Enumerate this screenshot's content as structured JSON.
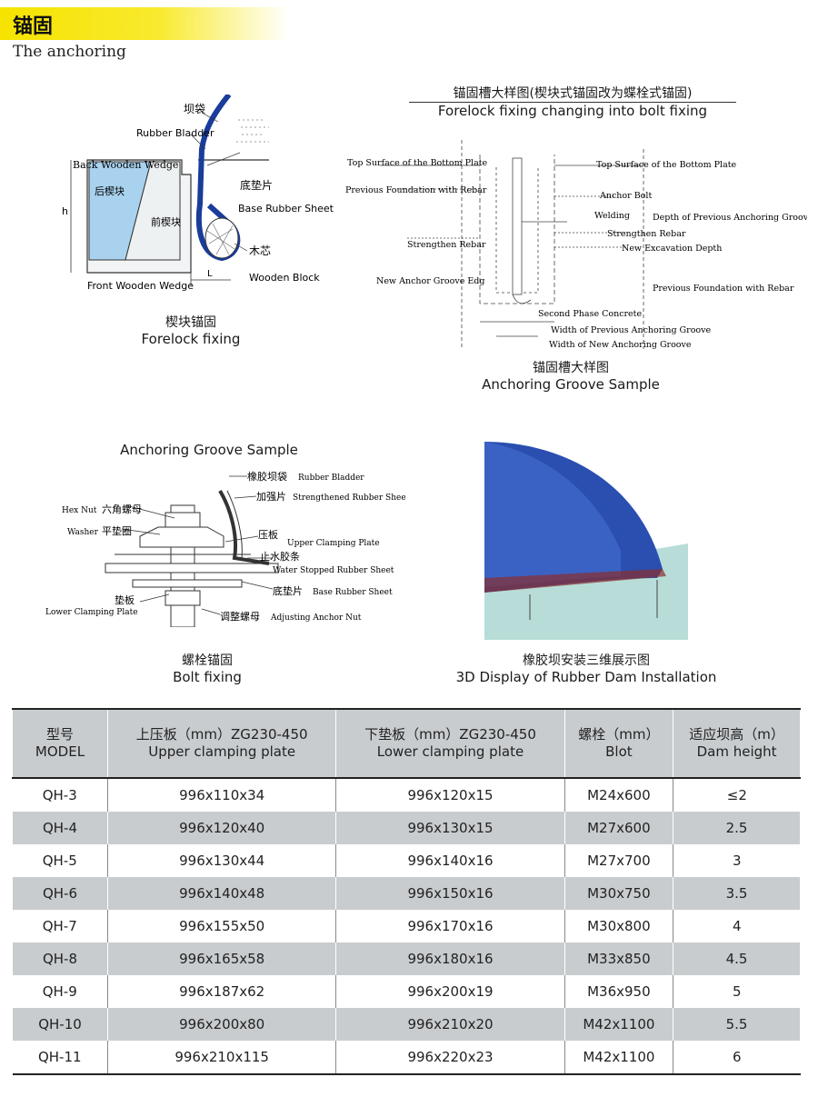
{
  "header": {
    "title_cn": "锚固",
    "title_en": "The anchoring"
  },
  "forelock": {
    "labels": {
      "dam_bag": "坝袋",
      "rubber_bladder": "Rubber Bladder",
      "back_wedge": "Back Wooden Wedge",
      "back_wedge_cn": "后楔块",
      "front_wedge_cn": "前楔块",
      "front_wedge": "Front Wooden Wedge",
      "base_sheet_cn": "底垫片",
      "base_sheet": "Base Rubber Sheet",
      "core_cn": "木芯",
      "wooden_block": "Wooden Block",
      "h": "h",
      "l": "L"
    },
    "caption_cn": "楔块锚固",
    "caption_en": "Forelock fixing"
  },
  "groove_sample": {
    "title_cn": "锚固槽大样图(楔块式锚固改为蝶栓式锚固)",
    "title_en": "Forelock fixing changing into bolt fixing",
    "labels": {
      "top_surface_l": "Top Surface of the Bottom Plate",
      "prev_found_l": "Previous Foundation with Rebar",
      "strength_rebar_l": "Strengthen Rebar",
      "new_anchor_edge": "New Anchor Groove Edg",
      "top_surface_r": "Top Surface of the Bottom Plate",
      "anchor_bolt": "Anchor Bolt",
      "welding": "Welding",
      "strength_rebar_r": "Strengthen Rebar",
      "new_excav": "New Excavation Depth",
      "depth_prev": "Depth of Previous Anchoring Groove",
      "prev_found_r": "Previous Foundation with Rebar",
      "second_phase": "Second Phase Concrete",
      "width_prev": "Width of Previous Anchoring Groove",
      "width_new": "Width of New Anchoring Groove"
    },
    "caption_cn": "锚固槽大样图",
    "caption_en": "Anchoring Groove Sample"
  },
  "bolt": {
    "title_en": "Anchoring Groove Sample",
    "labels": {
      "bladder_cn": "橡胶坝袋",
      "bladder": "Rubber Bladder",
      "strength_cn": "加强片",
      "strength": "Strengthened Rubber Sheet",
      "hexnut_en": "Hex Nut",
      "hexnut_cn": "六角螺母",
      "washer_en": "Washer",
      "washer_cn": "平垫圈",
      "upper_cn": "压板",
      "upper": "Upper Clamping Plate",
      "water_cn": "止水胶条",
      "water": "Water Stopped Rubber Sheet",
      "base_cn": "底垫片",
      "base": "Base Rubber Sheet",
      "lower_cn": "垫板",
      "lower": "Lower Clamping Plate",
      "adjust_cn": "调整螺母",
      "adjust": "Adjusting Anchor Nut"
    },
    "caption_cn": "螺栓锚固",
    "caption_en": "Bolt fixing"
  },
  "display3d": {
    "caption_cn": "橡胶坝安装三维展示图",
    "caption_en": "3D Display of Rubber Dam Installation",
    "colors": {
      "dam": "#2a4fb0",
      "base": "#b8ddd8"
    }
  },
  "table": {
    "headers": [
      {
        "cn": "型号",
        "en": "MODEL"
      },
      {
        "cn": "上压板（mm）ZG230-450",
        "en": "Upper clamping plate"
      },
      {
        "cn": "下垫板（mm）ZG230-450",
        "en": "Lower clamping plate"
      },
      {
        "cn": "螺栓（mm）",
        "en": "Blot"
      },
      {
        "cn": "适应坝高（m）",
        "en": "Dam height"
      }
    ],
    "rows": [
      [
        "QH-3",
        "996x110x34",
        "996x120x15",
        "M24x600",
        "≤2"
      ],
      [
        "QH-4",
        "996x120x40",
        "996x130x15",
        "M27x600",
        "2.5"
      ],
      [
        "QH-5",
        "996x130x44",
        "996x140x16",
        "M27x700",
        "3"
      ],
      [
        "QH-6",
        "996x140x48",
        "996x150x16",
        "M30x750",
        "3.5"
      ],
      [
        "QH-7",
        "996x155x50",
        "996x170x16",
        "M30x800",
        "4"
      ],
      [
        "QH-8",
        "996x165x58",
        "996x180x16",
        "M33x850",
        "4.5"
      ],
      [
        "QH-9",
        "996x187x62",
        "996x200x19",
        "M36x950",
        "5"
      ],
      [
        "QH-10",
        "996x200x80",
        "996x210x20",
        "M42x1100",
        "5.5"
      ],
      [
        "QH-11",
        "996x210x115",
        "996x220x23",
        "M42x1100",
        "6"
      ]
    ]
  }
}
